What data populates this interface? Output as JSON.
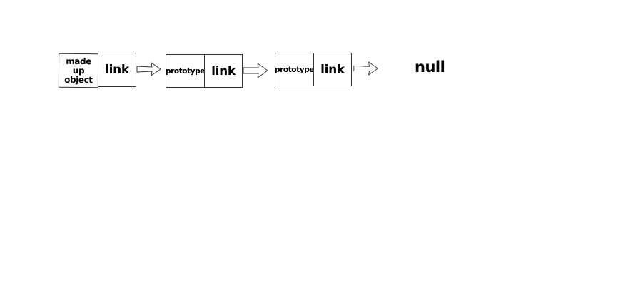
{
  "diagram": {
    "nodes": [
      {
        "value": "made up object",
        "link": "link"
      },
      {
        "value": "prototype",
        "link": "link"
      },
      {
        "value": "prototype",
        "link": "link"
      }
    ],
    "terminal": "null"
  },
  "style": {
    "stroke_color": "#333333",
    "text_color": "#000000",
    "background": "#ffffff"
  }
}
